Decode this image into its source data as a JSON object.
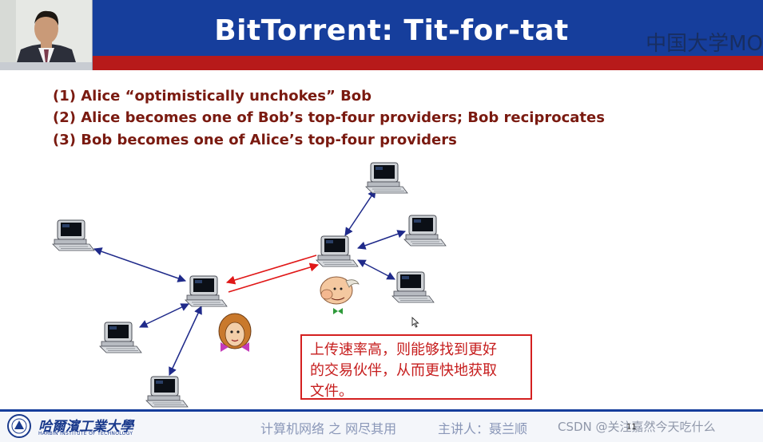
{
  "slide": {
    "title": "BitTorrent: Tit-for-tat",
    "watermark": "中国大学MO",
    "bullets": [
      "(1) Alice “optimistically unchokes” Bob",
      "(2) Alice becomes one of Bob’s top-four providers; Bob reciprocates",
      "(3) Bob becomes one of Alice’s top-four providers"
    ],
    "note_lines": [
      "上传速率高，则能够找到更好",
      "的交易伙伴，从而更快地获取",
      "文件。"
    ]
  },
  "footer": {
    "school_cn": "哈爾濱工業大學",
    "school_en": "HARBIN INSTITUTE OF TECHNOLOGY",
    "course": "计算机网络 之 网尽其用",
    "lecturer": "主讲人：聂兰顺",
    "csdn_watermark": "CSDN @关注嘉然今天吃什么",
    "page_number": "11"
  },
  "colors": {
    "header_blue": "#163e9c",
    "header_red": "#b71a1a",
    "bullet_text": "#7a1a10",
    "note_red": "#c61d1d",
    "link_blue": "#1f2a8a",
    "link_red": "#e01818"
  },
  "icons": [
    "computer-icon",
    "alice-avatar-icon",
    "bob-avatar-icon",
    "cursor-icon",
    "university-seal-icon"
  ]
}
